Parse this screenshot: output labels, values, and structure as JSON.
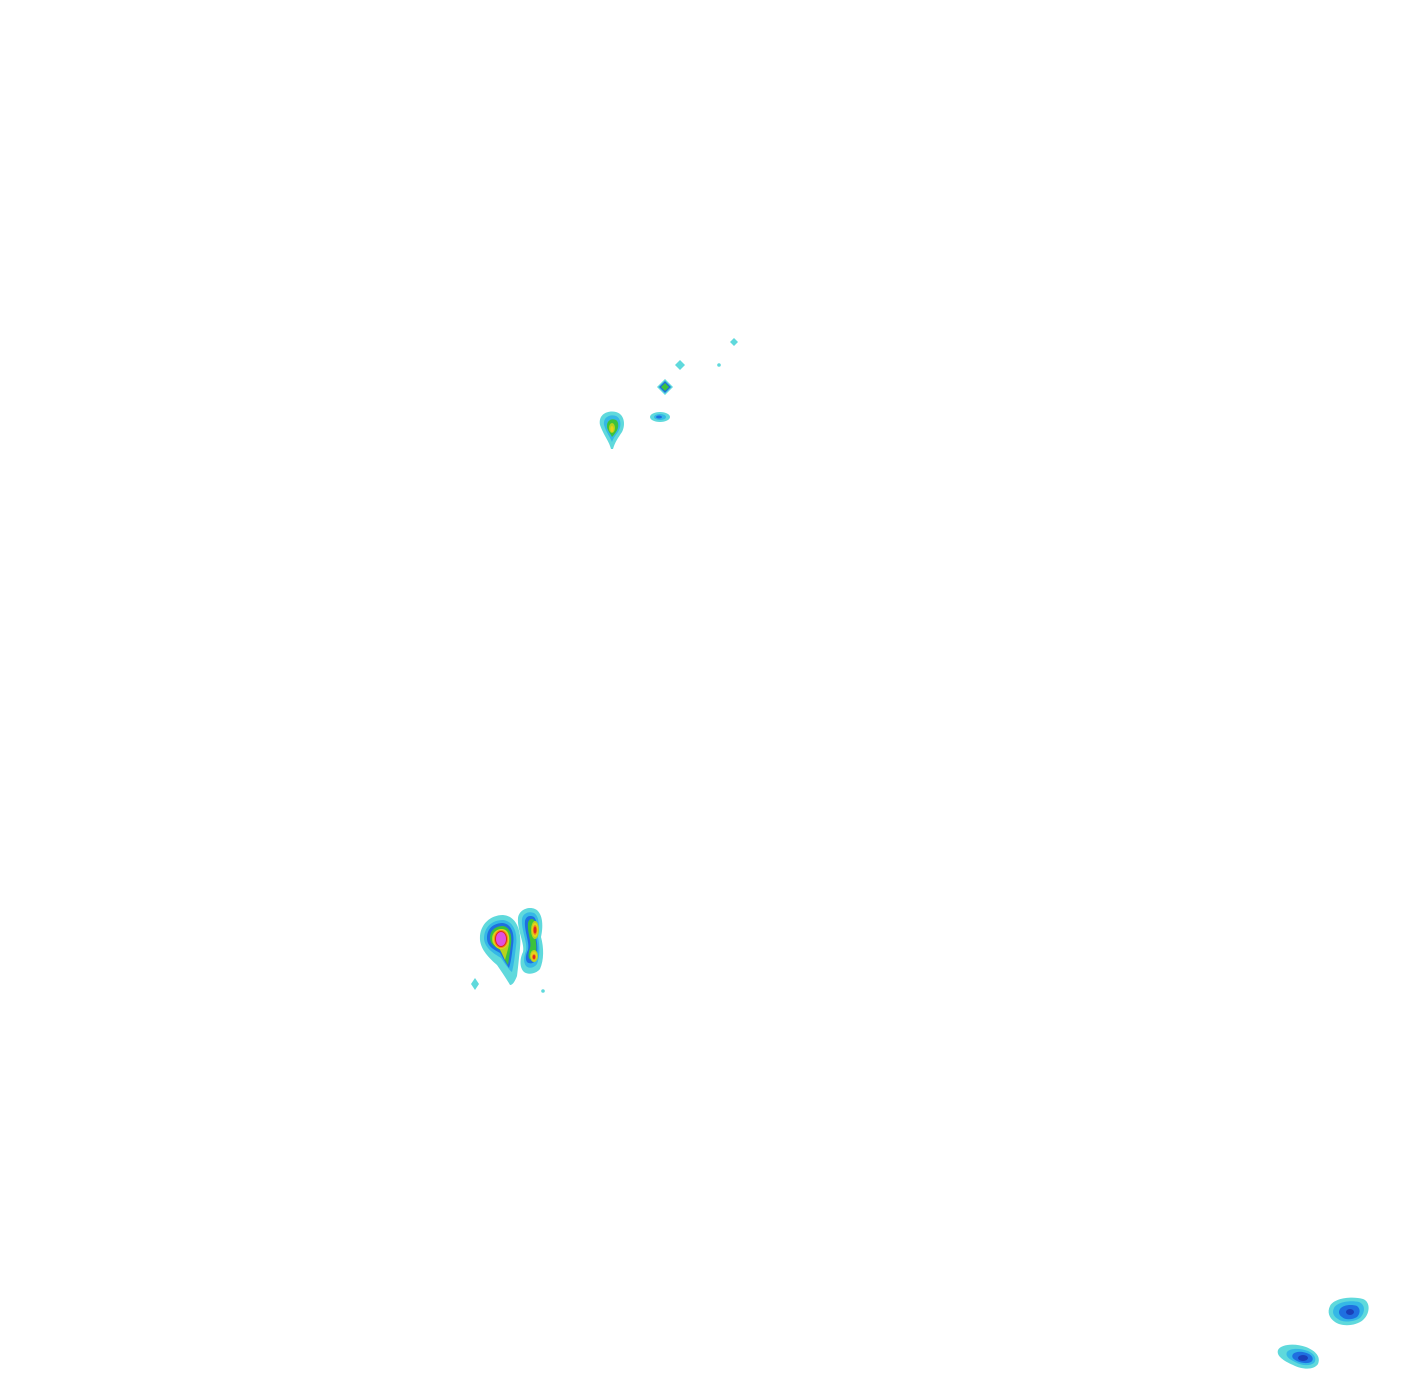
{
  "palette": {
    "background": "#ffffff",
    "light_cyan": "#5fd9dc",
    "cyan": "#35b8e6",
    "blue": "#1f6fe0",
    "dark_blue": "#1a3fb8",
    "green": "#3cc23c",
    "yellow_green": "#b6d31e",
    "yellow": "#e8d21a",
    "orange": "#f08a1a",
    "red": "#e0281e",
    "magenta": "#e052e0"
  },
  "cells": [
    {
      "id": "cell-a",
      "peak_level": "yellow"
    },
    {
      "id": "cell-b",
      "peak_level": "blue"
    },
    {
      "id": "cell-c",
      "peak_level": "green"
    },
    {
      "id": "cell-d",
      "peak_level": "light_cyan"
    },
    {
      "id": "cell-e",
      "peak_level": "light_cyan"
    },
    {
      "id": "cell-f",
      "peak_level": "magenta"
    },
    {
      "id": "cell-g",
      "peak_level": "red"
    },
    {
      "id": "cell-h",
      "peak_level": "dark_blue"
    },
    {
      "id": "cell-i",
      "peak_level": "dark_blue"
    }
  ]
}
